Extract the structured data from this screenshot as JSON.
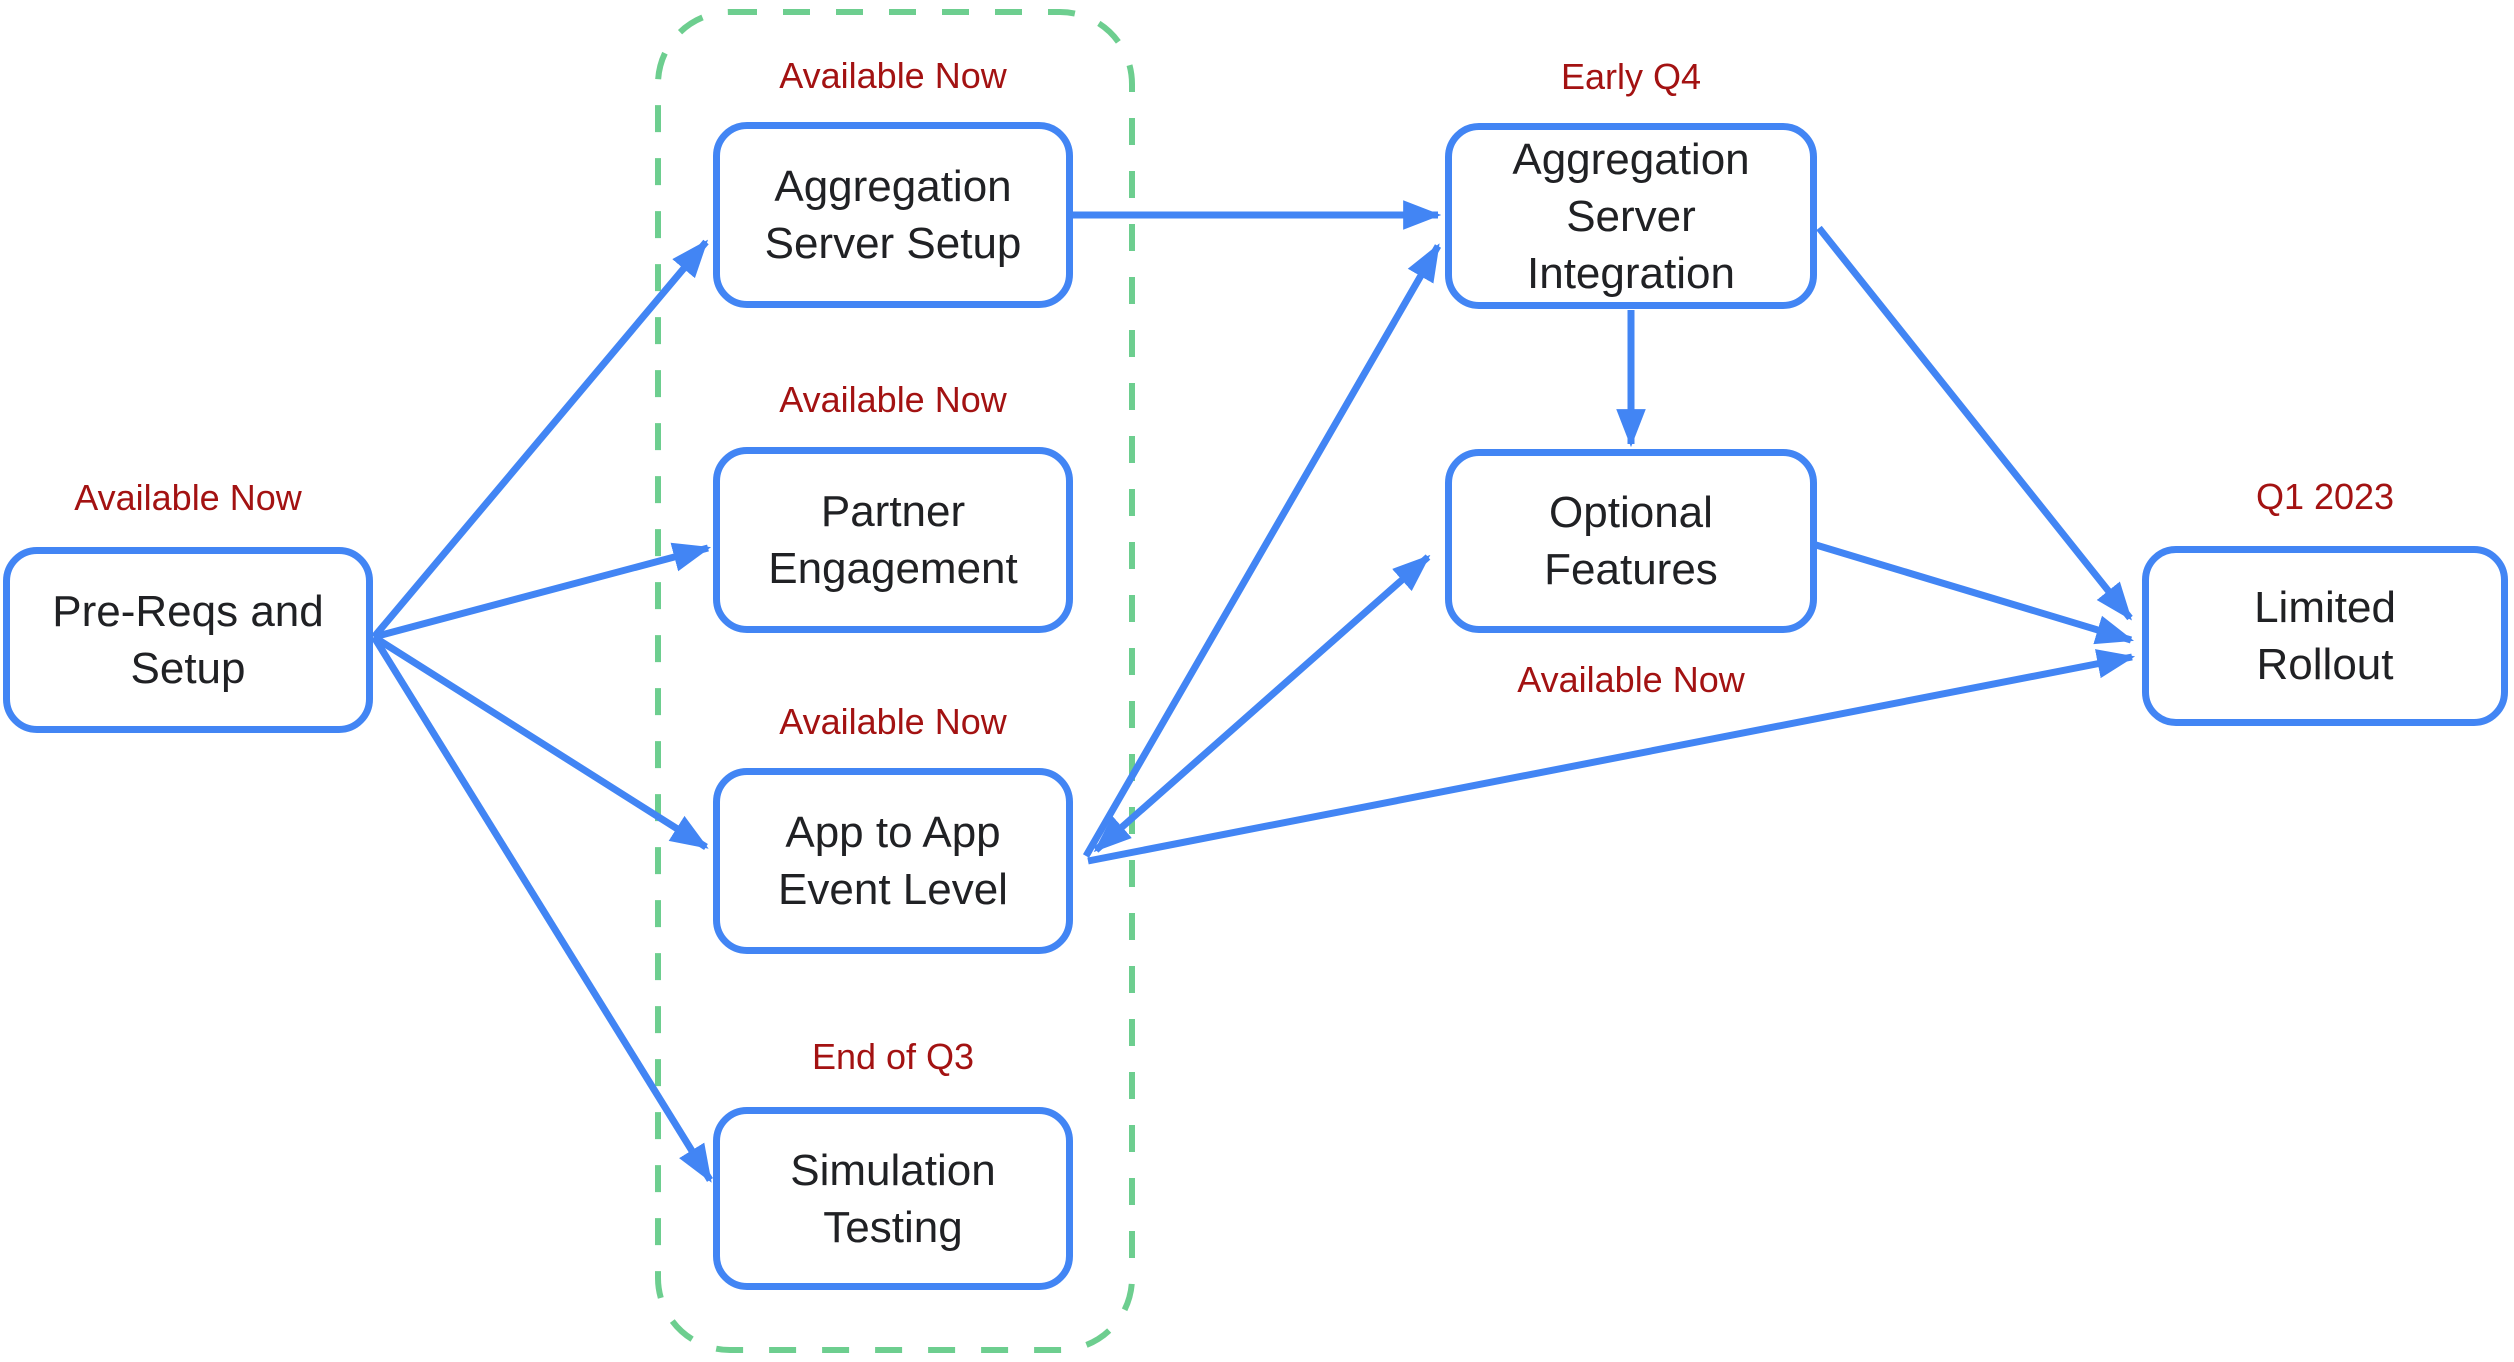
{
  "diagram": {
    "title_present": false,
    "colors": {
      "background": "#ffffff",
      "node": "#4285F4",
      "status": "#A31212",
      "group": "#6DCE8F",
      "text": "#202124"
    },
    "nodes": [
      {
        "id": "pre-reqs",
        "label": "Pre-Reqs and\nSetup",
        "status": "Available Now",
        "status_position": "above"
      },
      {
        "id": "aggregation-server-setup",
        "label": "Aggregation\nServer Setup",
        "status": "Available Now",
        "status_position": "above"
      },
      {
        "id": "partner-engagement",
        "label": "Partner\nEngagement",
        "status": "Available Now",
        "status_position": "above"
      },
      {
        "id": "app-to-app-event-level",
        "label": "App to App\nEvent Level",
        "status": "Available Now",
        "status_position": "above"
      },
      {
        "id": "simulation-testing",
        "label": "Simulation\nTesting",
        "status": "End of Q3",
        "status_position": "above"
      },
      {
        "id": "aggregation-server-integration",
        "label": "Aggregation\nServer\nIntegration",
        "status": "Early Q4",
        "status_position": "above"
      },
      {
        "id": "optional-features",
        "label": "Optional\nFeatures",
        "status": "Available Now",
        "status_position": "below"
      },
      {
        "id": "limited-rollout",
        "label": "Limited\nRollout",
        "status": "Q1 2023",
        "status_position": "above"
      }
    ],
    "group": {
      "id": "available-now-phase-group",
      "style": "green-dashed-rounded-rect",
      "contains": [
        "aggregation-server-setup",
        "partner-engagement",
        "app-to-app-event-level",
        "simulation-testing"
      ]
    },
    "edges": [
      {
        "from": "pre-reqs",
        "to": "aggregation-server-setup",
        "bidirectional": false
      },
      {
        "from": "pre-reqs",
        "to": "partner-engagement",
        "bidirectional": false
      },
      {
        "from": "pre-reqs",
        "to": "app-to-app-event-level",
        "bidirectional": false
      },
      {
        "from": "pre-reqs",
        "to": "simulation-testing",
        "bidirectional": false
      },
      {
        "from": "aggregation-server-setup",
        "to": "aggregation-server-integration",
        "bidirectional": false
      },
      {
        "from": "app-to-app-event-level",
        "to": "aggregation-server-integration",
        "bidirectional": false
      },
      {
        "from": "app-to-app-event-level",
        "to": "optional-features",
        "bidirectional": true
      },
      {
        "from": "app-to-app-event-level",
        "to": "limited-rollout",
        "bidirectional": false
      },
      {
        "from": "aggregation-server-integration",
        "to": "optional-features",
        "bidirectional": false
      },
      {
        "from": "aggregation-server-integration",
        "to": "limited-rollout",
        "bidirectional": false
      },
      {
        "from": "optional-features",
        "to": "limited-rollout",
        "bidirectional": false
      }
    ]
  }
}
